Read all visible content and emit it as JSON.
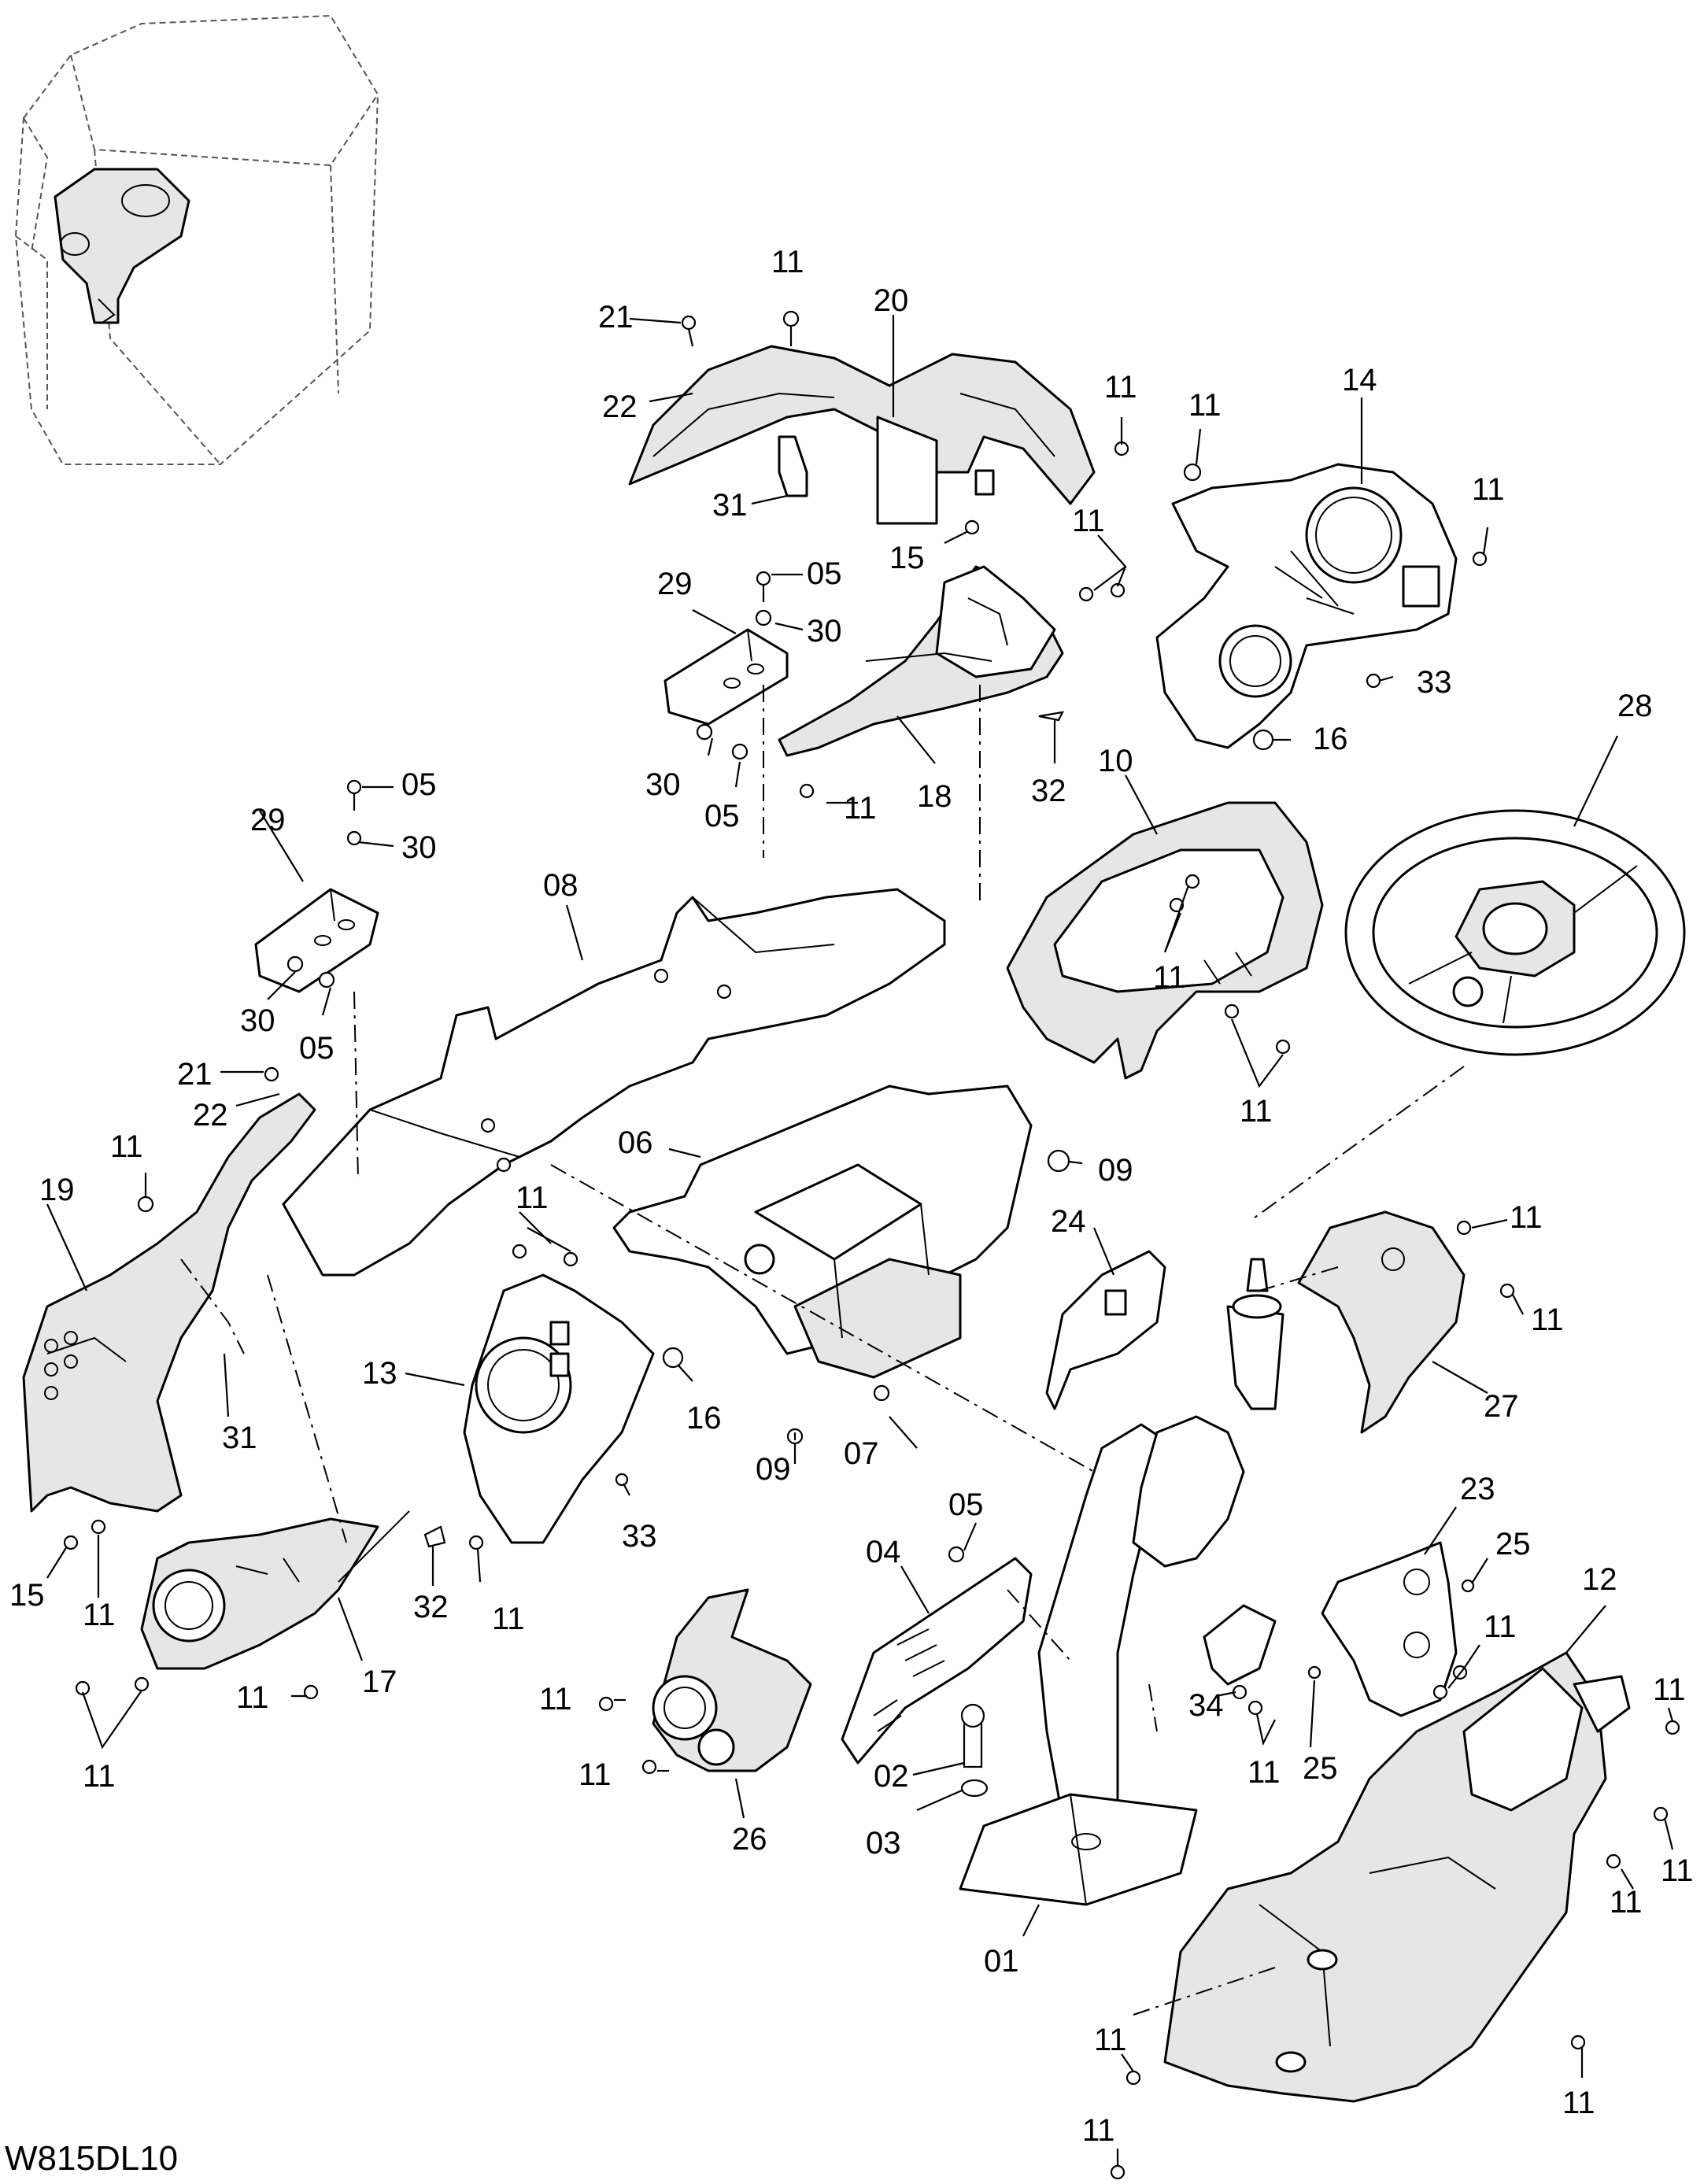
{
  "drawing_id": "W815DL10",
  "callouts": {
    "c20": "20",
    "c21a": "21",
    "c22a": "22",
    "c31a": "31",
    "c11a": "11",
    "c11b": "11",
    "c15a": "15",
    "c14": "14",
    "c11c": "11",
    "c11d": "11",
    "c11e": "11",
    "c33a": "33",
    "c16a": "16",
    "c29a": "29",
    "c05a": "05",
    "c30a": "30",
    "c30b": "30",
    "c05b": "05",
    "c11f": "11",
    "c18": "18",
    "c32a": "32",
    "c28": "28",
    "c10": "10",
    "c11g": "11",
    "c11h": "11",
    "c29b": "29",
    "c05c": "05",
    "c30c": "30",
    "c30d": "30",
    "c05d": "05",
    "c08": "08",
    "c21b": "21",
    "c22b": "22",
    "c06": "06",
    "c09a": "09",
    "c11i": "11",
    "c11j": "11",
    "c19": "19",
    "c31b": "31",
    "c13": "13",
    "c16b": "16",
    "c33b": "33",
    "c09b": "09",
    "c07": "07",
    "c24": "24",
    "c11k": "11",
    "c11l": "11",
    "c27": "27",
    "c15b": "15",
    "c11m": "11",
    "c32b": "32",
    "c11n": "11",
    "c17": "17",
    "c11o": "11",
    "c11p": "11",
    "c05e": "05",
    "c04": "04",
    "c23": "23",
    "c25a": "25",
    "c12": "12",
    "c11q": "11",
    "c11r": "11",
    "c34": "34",
    "c11s": "11",
    "c25b": "25",
    "c11t": "11",
    "c11u": "11",
    "c26": "26",
    "c02": "02",
    "c03": "03",
    "c11v": "11",
    "c01": "01",
    "c11w": "11",
    "c11x": "11",
    "c11y": "11",
    "c11z": "11"
  }
}
